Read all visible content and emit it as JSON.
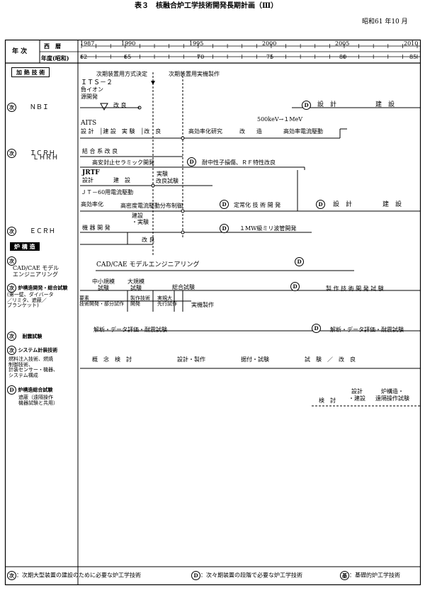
{
  "title": "表３　核融合炉工学技術開発長期計画（Ⅲ）",
  "date": "昭和61 年10 月",
  "header": {
    "label_nenji": "年 次",
    "row1_label": "西　暦",
    "row2_label": "年度(昭和)",
    "years": [
      "1987",
      "1990",
      "1995",
      "2000",
      "2005",
      "2010"
    ],
    "showa": [
      "62",
      "65",
      "70",
      "75",
      "80",
      "85"
    ]
  },
  "sections": {
    "heating": "加 熱 技 術",
    "reactor": "炉 構 造"
  },
  "legend_marks": {
    "next": "次",
    "d": "D",
    "basic": "基"
  },
  "left": {
    "nbi": "ＮＢＩ",
    "icrh": "ＩＣＲＨ",
    "lhrh": "ＬＨＲＨ",
    "ecrh": "ＥＣＲＨ",
    "cad": "CAD/CAE モデル\nエンジニアリング",
    "reactor_dev": "炉構造開発・総合試験",
    "reactor_items": "(第一壁、ダイバータ\n／リミタ、遮蔽／\nブランケット)",
    "shielding": "耐震試験",
    "system": "システム計装技術",
    "system_items": "燃料注入技術、燃焼\n制御技術、\n計装センサー・機器、\nシステム構成",
    "total_test": "炉構造総合試験",
    "total_items": "遮蔽（遠隔操作\n機器試験と共用）"
  },
  "timeline": {
    "decision": "次期装置用方式決定",
    "realmake": "次期装置用実機製作",
    "its2": "ＩＴＳ－２",
    "negion": "負イオン",
    "ionsrc": "源開発",
    "kairyo": "改 良",
    "sekkei": "設　計",
    "kensetsu": "建　設",
    "aits": "AITS",
    "aits_seq": "設 計　│建 設　実 験　│改　良",
    "hieff": "高効率化研究",
    "kairyo2": "改　　造",
    "mev": "500keV→１MeV",
    "hieff_drive": "高効率電流駆動",
    "couple": "結 合 系 改 良",
    "ceramic": "高安封止セラミック開発",
    "neutron": "耐中性子損傷、ＲＦ特性改良",
    "jrtf": "JRTF",
    "jrtf_design": "設計",
    "jrtf_build": "建　設",
    "jrtf_exp": "実験",
    "jrtf_imp": "改良試験",
    "jt60": "ＪＴ－60用電流駆動",
    "hieff2": "高効率化",
    "hieff_dist": "高密度電流駆動分布制御",
    "steady": "定常化 技 術 開 発",
    "design2": "設　計",
    "build2": "建　設",
    "kiki": "機 器 開 発",
    "kensetsu_exp": "建設\n・実験",
    "kairyo3": "改 良",
    "mw1": "１MW級ミリ波管開発",
    "cad_line": "CAD/CAE モデルエンジニアリング",
    "small": "中小規模\n試験",
    "large": "大規模\n試験",
    "total": "総合試験",
    "manu_dev": "製 作 技 術 開 発 試 験",
    "elem": "要素\n技術開発・部分試作",
    "manu_elem": "製作技術\n開発",
    "large_proto": "実規大\n先行試作",
    "realmake2": "実機製作",
    "analysis": "解析・データ評価・耐震試験",
    "analysis2": "解析・データ評価・耐震試験",
    "concept": "概　念　検　討",
    "design_make": "設計・製作",
    "install": "据付・試験",
    "test_imp": "試　験　／　改　良",
    "kento": "検　討",
    "design_build": "設計\n・建設",
    "reactor_remote": "炉構造・\n遠隔操作試験"
  },
  "footer": {
    "f1": "：次期大型装置の建設のために必要な炉工学技術",
    "f2": "：次々期装置の段階で必要な炉工学技術",
    "f3": "：基礎的炉工学技術"
  }
}
